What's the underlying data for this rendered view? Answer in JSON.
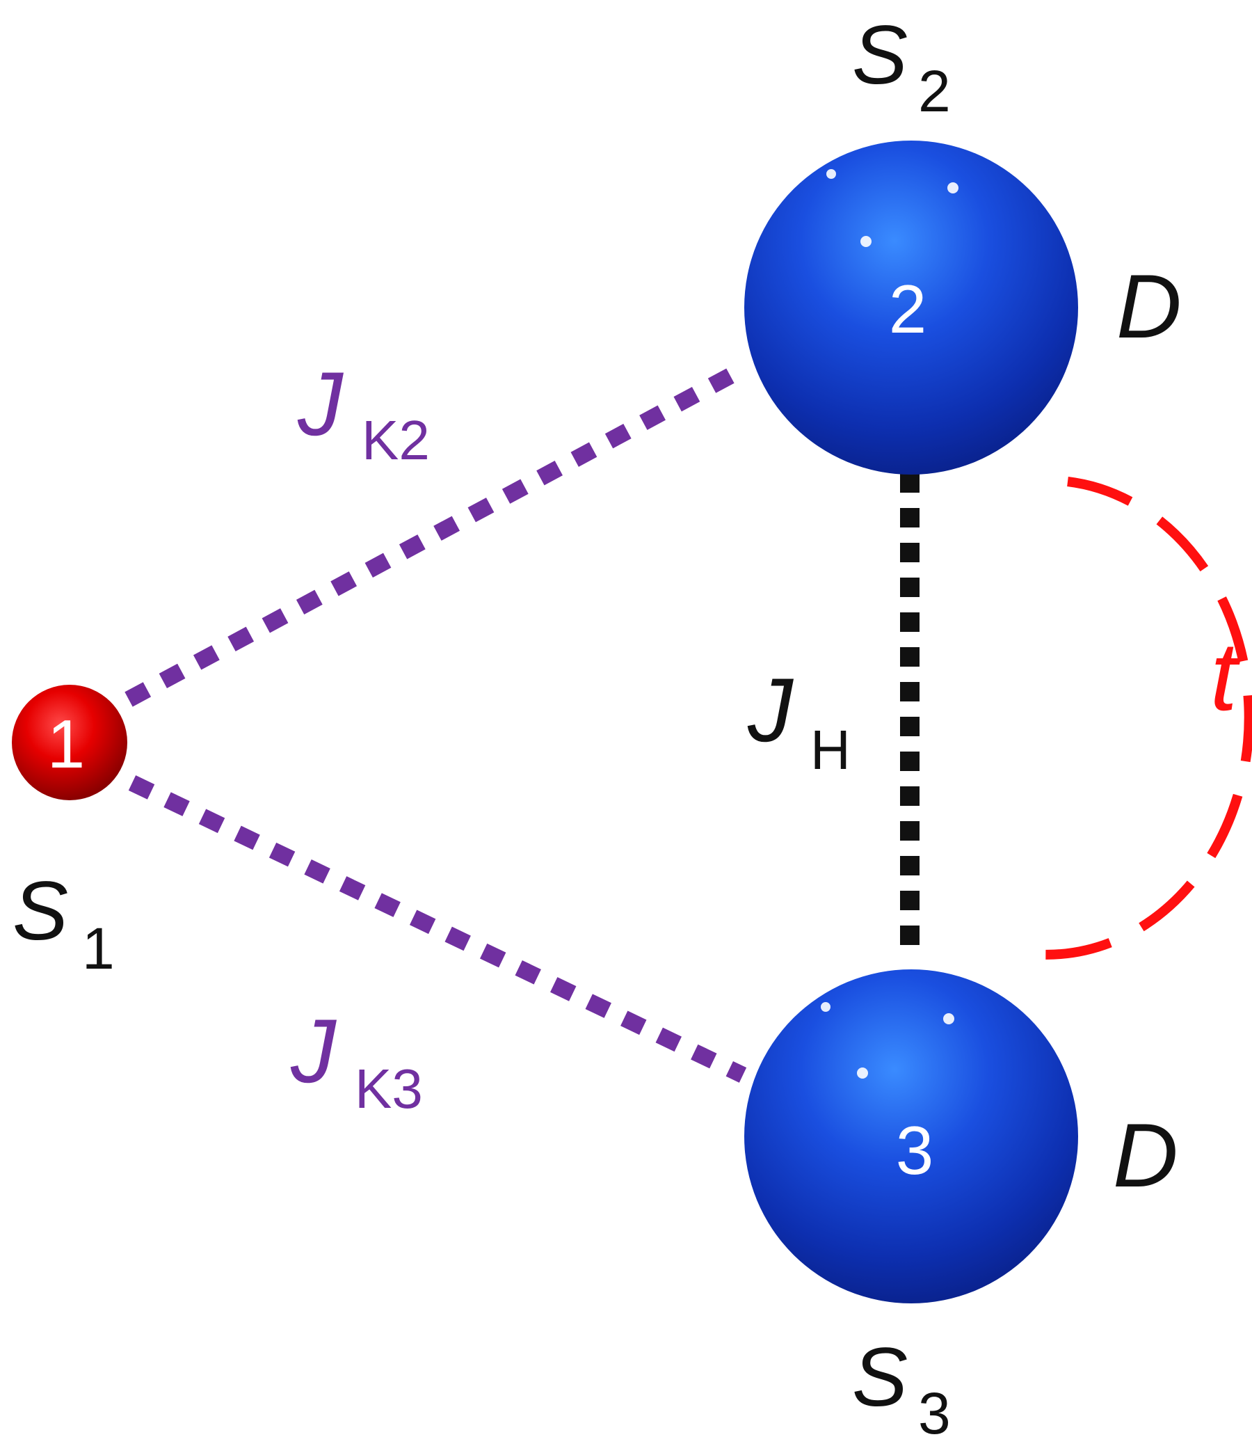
{
  "diagram": {
    "sites": [
      {
        "id": "site-1",
        "number": "1",
        "color": "#e3000a"
      },
      {
        "id": "site-2",
        "number": "2",
        "color": "#1a4fd8"
      },
      {
        "id": "site-3",
        "number": "3",
        "color": "#1a4fd8"
      }
    ],
    "spin_labels": {
      "s1": {
        "main": "S",
        "sub": "1"
      },
      "s2": {
        "main": "S",
        "sub": "2"
      },
      "s3": {
        "main": "S",
        "sub": "3"
      }
    },
    "anisotropy_labels": {
      "site2": "D",
      "site3": "D"
    },
    "couplings": {
      "jk2": {
        "main": "J",
        "sub": "K2",
        "color": "#7030a0"
      },
      "jk3": {
        "main": "J",
        "sub": "K3",
        "color": "#7030a0"
      },
      "jh": {
        "main": "J",
        "sub": "H",
        "color": "#111111"
      }
    },
    "hopping": {
      "label": "t",
      "color": "#ff1010"
    }
  }
}
